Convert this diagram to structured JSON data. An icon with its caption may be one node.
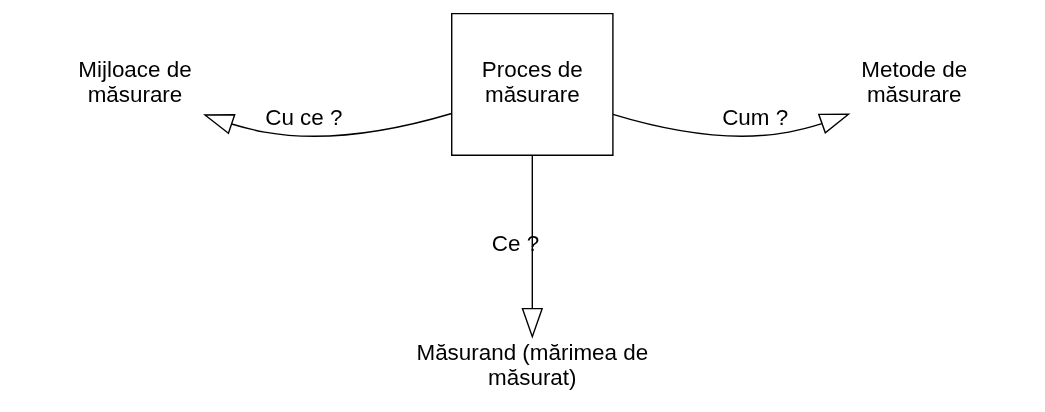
{
  "diagram": {
    "nodes": [
      {
        "text": [
          "Proces de măsurare"
        ]
      },
      {
        "text": [
          "Măsurand (mărimea de măsurat)"
        ]
      },
      {
        "text": [
          "Mijloace de măsurare"
        ]
      },
      {
        "text": [
          "Metode de măsurare"
        ]
      }
    ],
    "edges": [
      {
        "from": 0,
        "to": 1,
        "arrow": "to",
        "label": "Ce ?"
      },
      {
        "from": 0,
        "to": 2,
        "arrow": "to",
        "label": "Cu ce ?"
      },
      {
        "from": 0,
        "to": 3,
        "arrow": "to",
        "label": "Cum ?"
      }
    ]
  }
}
